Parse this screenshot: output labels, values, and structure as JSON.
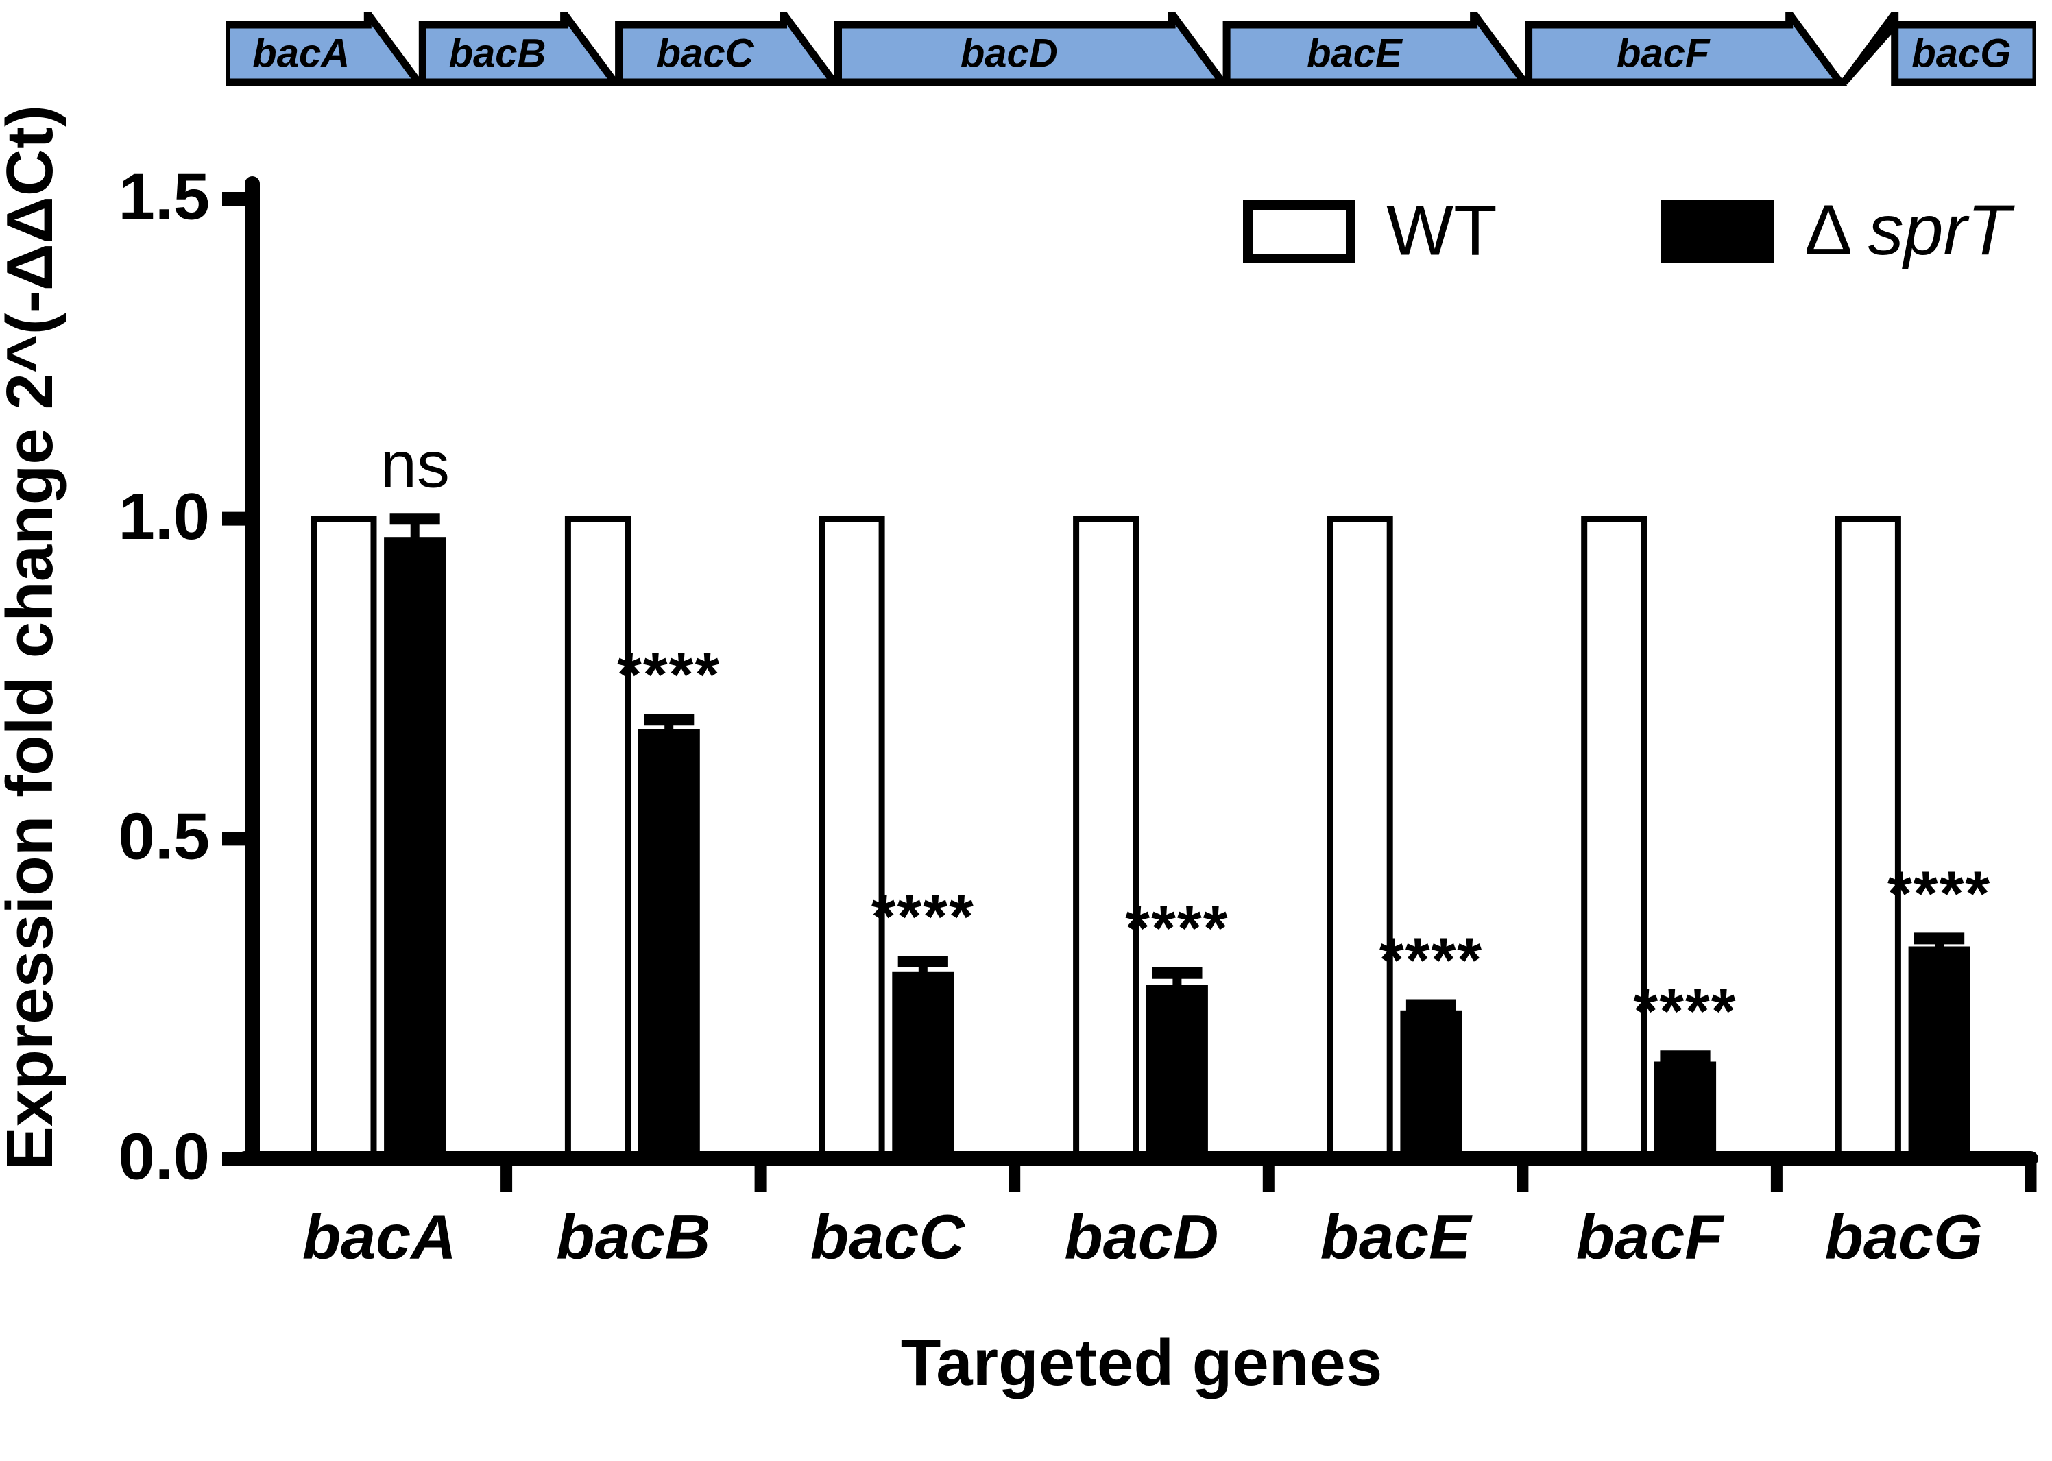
{
  "operon": {
    "name": "bac-operon-diagram",
    "fill_color": "#80A8DC",
    "stroke_color": "#000000",
    "genes": [
      {
        "label": "bacA",
        "direction": "right",
        "width_units": 1.0
      },
      {
        "label": "bacB",
        "direction": "right",
        "width_units": 1.0
      },
      {
        "label": "bacC",
        "direction": "right",
        "width_units": 1.12
      },
      {
        "label": "bacD",
        "direction": "right",
        "width_units": 2.0
      },
      {
        "label": "bacE",
        "direction": "right",
        "width_units": 1.55
      },
      {
        "label": "bacF",
        "direction": "right",
        "width_units": 1.62
      },
      {
        "label": "bacG",
        "direction": "left",
        "width_units": 1.0
      }
    ]
  },
  "chart_data": {
    "type": "bar",
    "title": "",
    "xlabel": "Targeted genes",
    "ylabel": "Expression fold change 2^(-ΔΔCt)",
    "categories": [
      "bacA",
      "bacB",
      "bacC",
      "bacD",
      "bacE",
      "bacF",
      "bacG"
    ],
    "ylim": [
      0.0,
      1.5
    ],
    "yticks": [
      0.0,
      0.5,
      1.0,
      1.5
    ],
    "ytick_labels": [
      "0.0",
      "0.5",
      "1.0",
      "1.5"
    ],
    "grid": false,
    "legend_position": "top-right",
    "series": [
      {
        "name": "WT",
        "style": "open",
        "fill": "#ffffff",
        "values": [
          1.0,
          1.0,
          1.0,
          1.0,
          1.0,
          1.0,
          1.0
        ],
        "errors": [
          0.0,
          0.0,
          0.0,
          0.0,
          0.0,
          0.0,
          0.0
        ]
      },
      {
        "name": "Δ sprT",
        "style": "filled",
        "fill": "#000000",
        "values": [
          0.97,
          0.67,
          0.29,
          0.27,
          0.23,
          0.15,
          0.33
        ],
        "errors": [
          0.03,
          0.016,
          0.018,
          0.02,
          0.01,
          0.01,
          0.014
        ]
      }
    ],
    "annotations": [
      "ns",
      "****",
      "****",
      "****",
      "****",
      "****",
      "****"
    ]
  },
  "legend": {
    "items": [
      {
        "label": "WT",
        "swatch": "open",
        "italic": false
      },
      {
        "label": "Δ sprT",
        "swatch": "filled",
        "italic": true
      }
    ]
  }
}
